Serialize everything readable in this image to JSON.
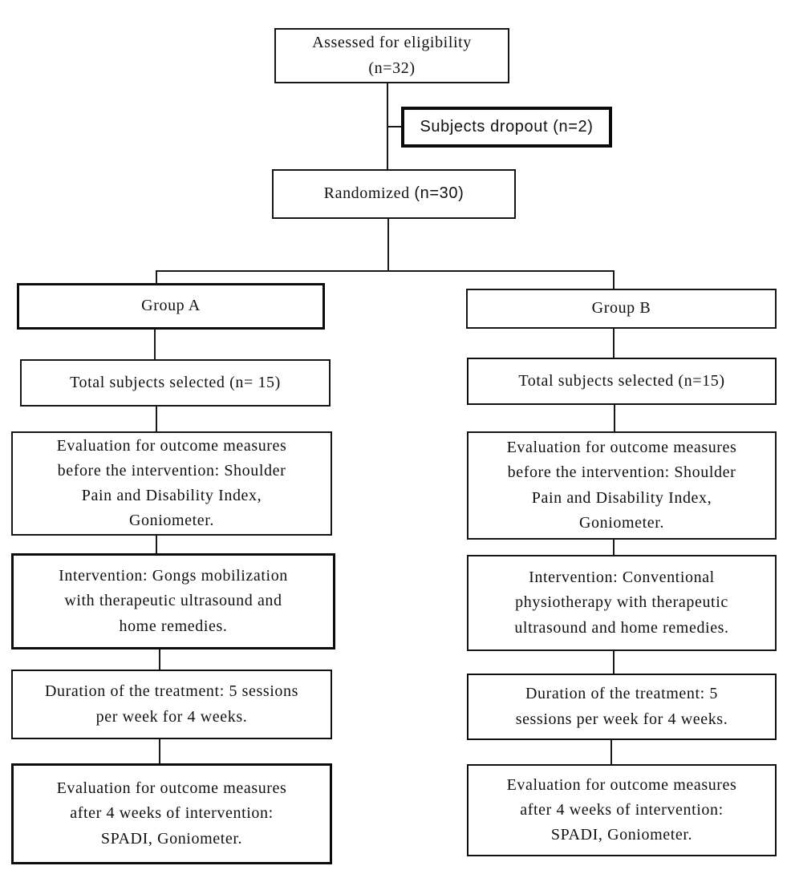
{
  "figure": {
    "type": "flow-diagram",
    "colors": {
      "line": "#1a1a1a",
      "background": "#ffffff",
      "border": "#111111"
    },
    "top": {
      "assessed": "Assessed for eligibility\n(n=32)",
      "dropout": "Subjects dropout (n=2)",
      "randomized_main": "Randomized",
      "randomized_n": "(n=30)"
    },
    "group_a": {
      "title": "Group A",
      "total": "Total subjects selected (n= 15)",
      "eval_before": "Evaluation for outcome measures\nbefore the intervention: Shoulder\nPain and Disability Index,\nGoniometer.",
      "intervention": "Intervention: Gongs mobilization\nwith therapeutic ultrasound and\nhome remedies.",
      "duration": "Duration of the treatment: 5 sessions\nper week for 4 weeks.",
      "eval_after": "Evaluation for outcome measures\nafter 4 weeks of intervention:\nSPADI, Goniometer."
    },
    "group_b": {
      "title": "Group B",
      "total": "Total subjects selected (n=15)",
      "eval_before": "Evaluation for outcome measures\nbefore the intervention: Shoulder\nPain and Disability Index,\nGoniometer.",
      "intervention": "Intervention: Conventional\nphysiotherapy with therapeutic\nultrasound and home remedies.",
      "duration": "Duration of the treatment: 5\nsessions per week for 4 weeks.",
      "eval_after": "Evaluation for outcome measures\nafter 4 weeks of intervention:\nSPADI, Goniometer."
    }
  }
}
